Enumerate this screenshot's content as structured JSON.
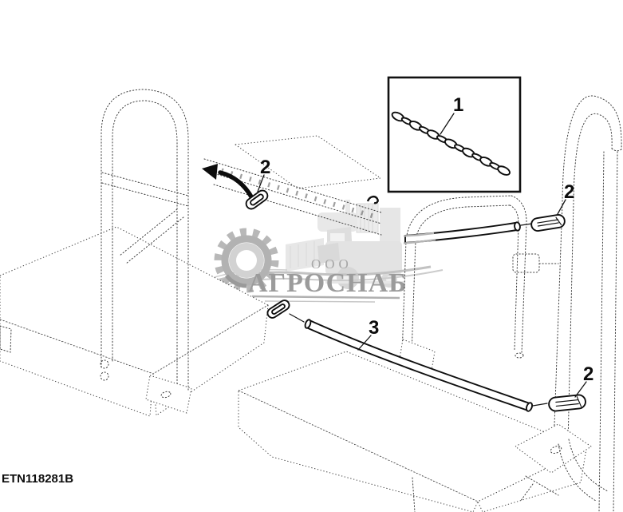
{
  "figure": {
    "drawing_code": "ETN118281B",
    "callouts": {
      "chain": "1",
      "hook_platform_left": "2",
      "hook_rail_upper": "2",
      "hook_rail_lower": "2",
      "support_cable": "3"
    }
  },
  "watermark": {
    "org_type": "ООО",
    "org_name": "АГРОСНАБ"
  },
  "colors": {
    "background": "#ffffff",
    "solid_ink": "#0e0e0e",
    "phantom_line": "#3e3e3e",
    "watermark_text": "#9b9b9b",
    "watermark_gear": "#b5b5b5",
    "watermark_machine": "#e3e3e3"
  }
}
